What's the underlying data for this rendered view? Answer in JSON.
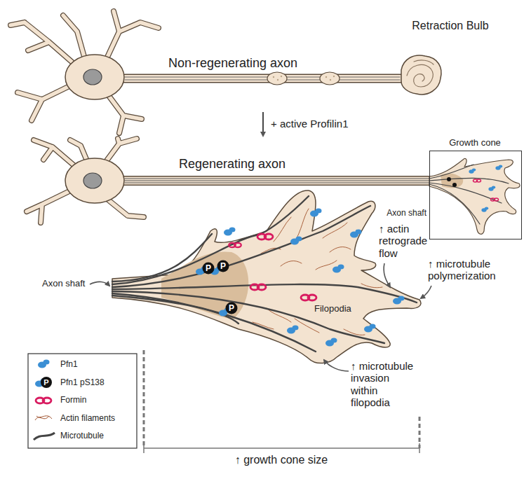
{
  "diagram": {
    "nodes": [
      {
        "text": [
          "Growth cone"
        ]
      }
    ],
    "labels": [
      "Retraction Bulb",
      "Non-regenerating axon",
      "+ active Profilin1",
      "Regenerating axon",
      "Axon shaft",
      "↑ actin retrograde flow",
      "↑ microtubule polymerization",
      "P",
      "P",
      "P",
      "Axon shaft",
      "Filopodia",
      "↑ microtubule invasion within filopodia",
      "↑ growth cone size",
      "P"
    ],
    "legend": [
      {
        "text": "Pfn1"
      },
      {
        "text": "Pfn1 pS138"
      },
      {
        "text": "Formin"
      },
      {
        "text": "Actin filaments"
      },
      {
        "text": "Microtubule"
      }
    ]
  }
}
